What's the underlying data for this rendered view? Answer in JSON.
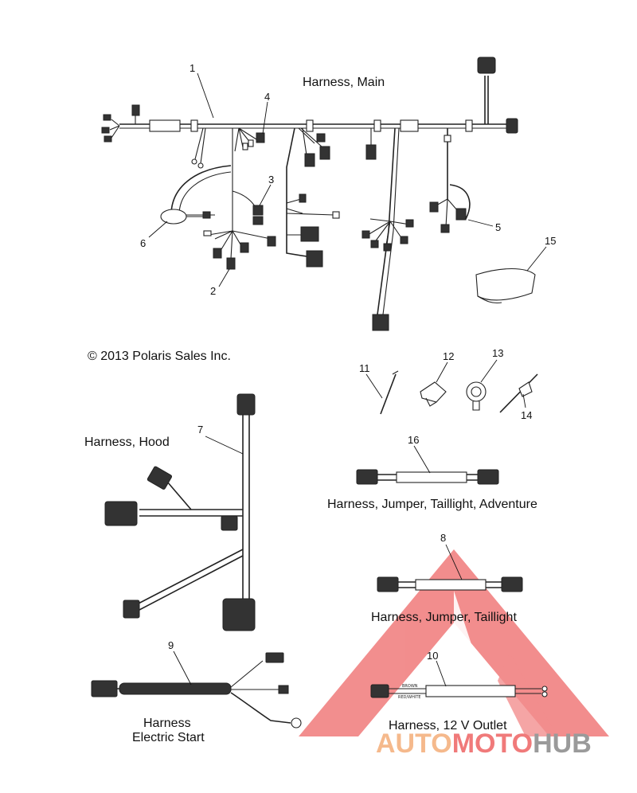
{
  "copyright": "© 2013 Polaris Sales Inc.",
  "labels": {
    "main": "Harness, Main",
    "hood": "Harness, Hood",
    "jumper_adventure": "Harness, Jumper, Taillight, Adventure",
    "jumper_taillight": "Harness, Jumper, Taillight",
    "electric_start_1": "Harness",
    "electric_start_2": "Electric Start",
    "outlet": "Harness, 12 V Outlet"
  },
  "wire_colors": {
    "brown": "BROWN",
    "red_white": "RED/WHITE"
  },
  "callouts": [
    "1",
    "2",
    "3",
    "4",
    "5",
    "6",
    "7",
    "8",
    "9",
    "10",
    "11",
    "12",
    "13",
    "14",
    "15",
    "16"
  ],
  "watermark": {
    "auto": "AUTO",
    "moto": "MOTO",
    "hub": "HUB"
  },
  "colors": {
    "watermark_red": "#f07a7a",
    "watermark_orange": "#f5b98c",
    "watermark_gray": "#9a9a9a",
    "line": "#222222"
  }
}
